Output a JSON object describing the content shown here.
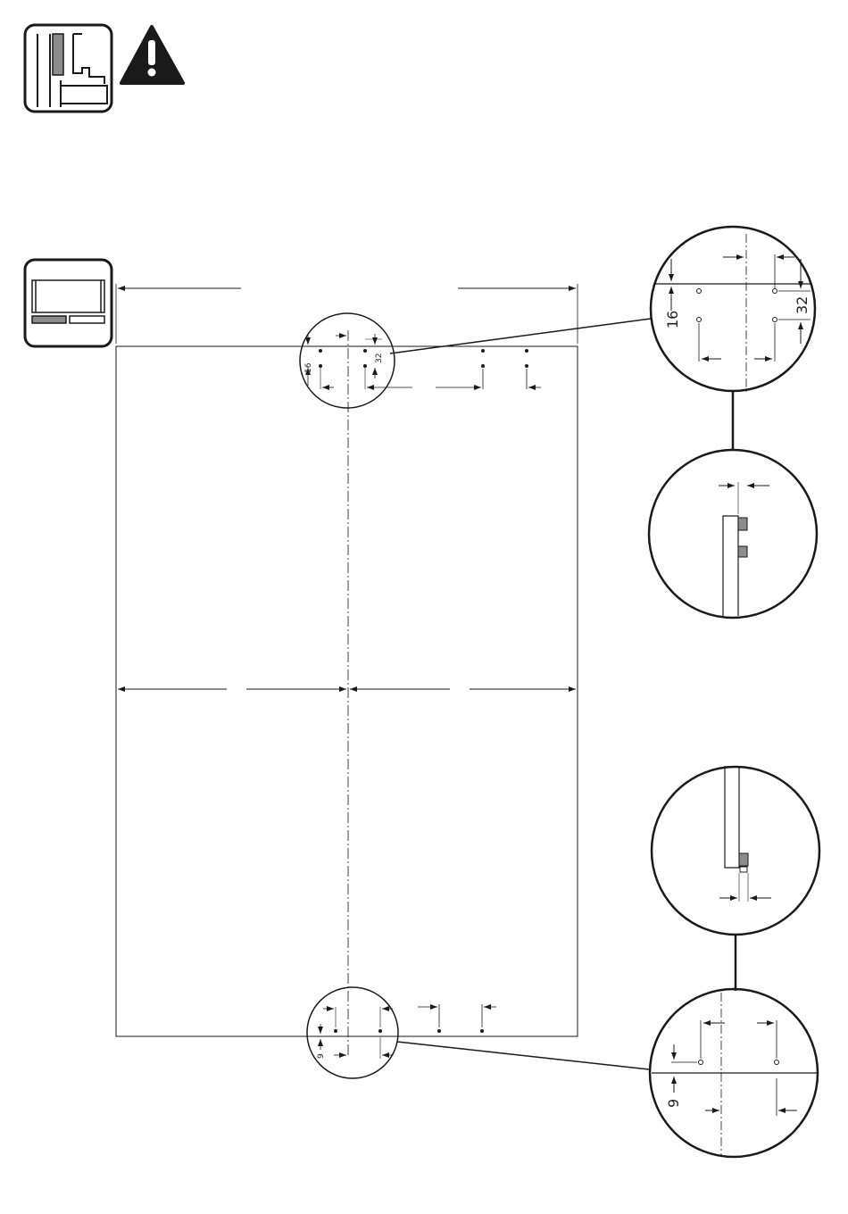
{
  "icons": {
    "profile": "cabinet-profile-icon",
    "warning": "warning-triangle-icon",
    "panel": "panel-layout-icon"
  },
  "labels": {
    "top_small_vertical": "16",
    "top_small_horizontal": "32",
    "top_detail_vertical": "16",
    "top_detail_horizontal": "32",
    "bottom_small_vertical": "9",
    "bottom_detail_vertical": "9"
  },
  "colors": {
    "line": "#1a1a1a",
    "fill_gray": "#8c8c8c"
  }
}
